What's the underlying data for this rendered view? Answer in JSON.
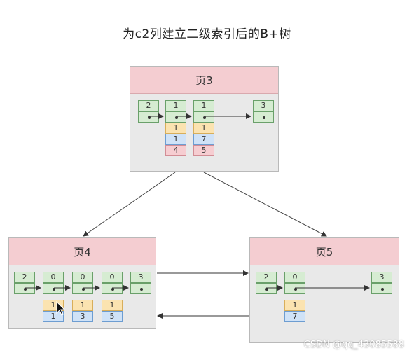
{
  "title": "为c2列建立二级索引后的B+树",
  "pages": {
    "p3": {
      "label": "页3"
    },
    "p4": {
      "label": "页4"
    },
    "p5": {
      "label": "页5"
    }
  },
  "cells": {
    "p3_r2": "2",
    "p3_r1a": "1",
    "p3_r1b": "1",
    "p3_r3": "3",
    "p3_c2_a": "1",
    "p3_c2_b": "1",
    "p3_c1_a": "1",
    "p3_c1_b": "7",
    "p3_page_a": "4",
    "p3_page_b": "5",
    "p4_r2": "2",
    "p4_r0a": "0",
    "p4_r0b": "0",
    "p4_r0c": "0",
    "p4_r3": "3",
    "p4_c2_a": "1",
    "p4_c2_b": "1",
    "p4_c2_c": "1",
    "p4_c1_a": "1",
    "p4_c1_b": "3",
    "p4_c1_c": "5",
    "p5_r2": "2",
    "p5_r0": "0",
    "p5_r3": "3",
    "p5_c2": "1",
    "p5_c1": "7"
  },
  "watermark": "CSDN @qq_43085588",
  "colors": {
    "header": "#f4cdd1",
    "body": "#e9e9e9",
    "record": "#d6ecd2",
    "c2_key": "#fbe3b0",
    "primary_key": "#cfe2f7",
    "page_no": "#f6cdd1"
  }
}
